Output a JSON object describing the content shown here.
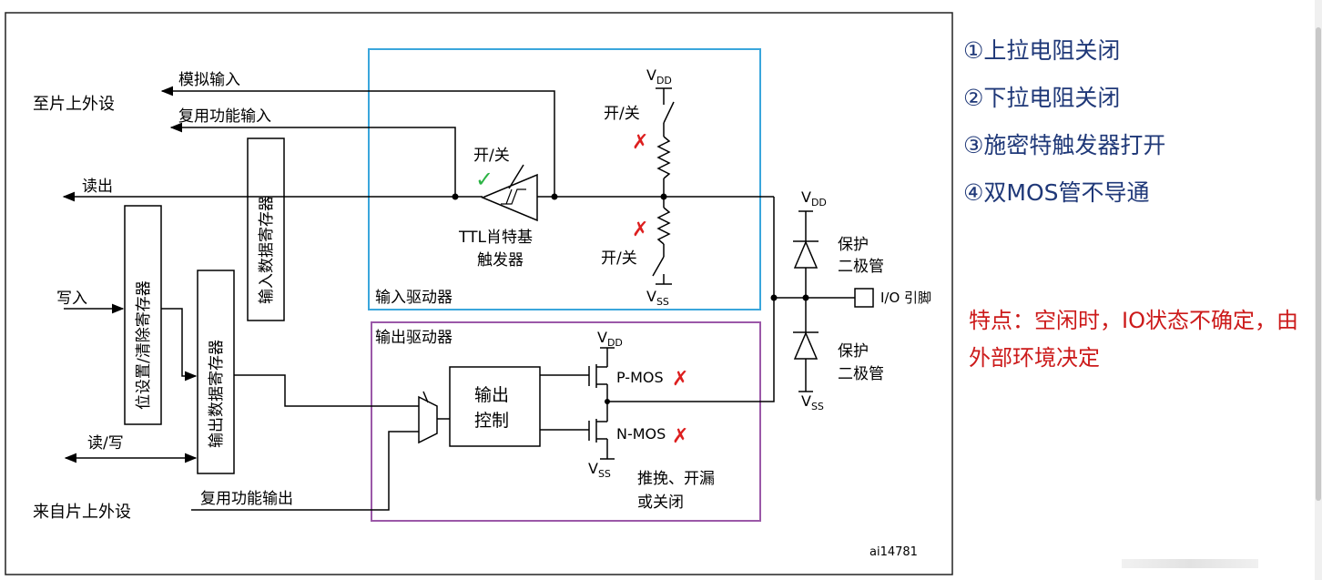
{
  "diagram": {
    "labels": {
      "to_peripheral": "至片上外设",
      "analog_input": "模拟输入",
      "alt_func_input": "复用功能输入",
      "read": "读出",
      "input_data_reg": "输入数据寄存器",
      "bit_set_reset_reg": "位设置/清除寄存器",
      "output_data_reg": "输出数据寄存器",
      "write": "写入",
      "read_write": "读/写",
      "from_peripheral": "来自片上外设",
      "alt_func_output": "复用功能输出",
      "input_driver": "输入驱动器",
      "output_driver": "输出驱动器",
      "on_off_1": "开/关",
      "on_off_2": "开/关",
      "on_off_3": "开/关",
      "schmitt_line1": "TTL肖特基",
      "schmitt_line2": "触发器",
      "vdd_main": "V",
      "vdd_main_sub": "DD",
      "vss_main": "V",
      "vss_main_sub": "SS",
      "vdd_out": "V",
      "vdd_out_sub": "DD",
      "vss_out": "V",
      "vss_out_sub": "SS",
      "vdd_prot": "V",
      "vdd_prot_sub": "DD",
      "vss_prot": "V",
      "vss_prot_sub": "SS",
      "output_control_line1": "输出",
      "output_control_line2": "控制",
      "pmos": "P-MOS",
      "nmos": "N-MOS",
      "mode_line1": "推挽、开漏",
      "mode_line2": "或关闭",
      "prot_diode_1_line1": "保护",
      "prot_diode_1_line2": "二极管",
      "prot_diode_2_line1": "保护",
      "prot_diode_2_line2": "二极管",
      "io_pin": "I/O 引脚",
      "figure_id": "ai14781"
    },
    "marks": {
      "check": "✓",
      "cross": "✗"
    },
    "colors": {
      "input_driver_border": "#3aa6dc",
      "output_driver_border": "#9b58a8",
      "cross": "#dd1f1f",
      "check": "#2bb344",
      "note_text": "#1f3878",
      "feature_text": "#cc1a1a"
    }
  },
  "notes": [
    "①上拉电阻关闭",
    "②下拉电阻关闭",
    "③施密特触发器打开",
    "④双MOS管不导通"
  ],
  "feature": "特点：空闲时，IO状态不确定，由外部环境决定"
}
